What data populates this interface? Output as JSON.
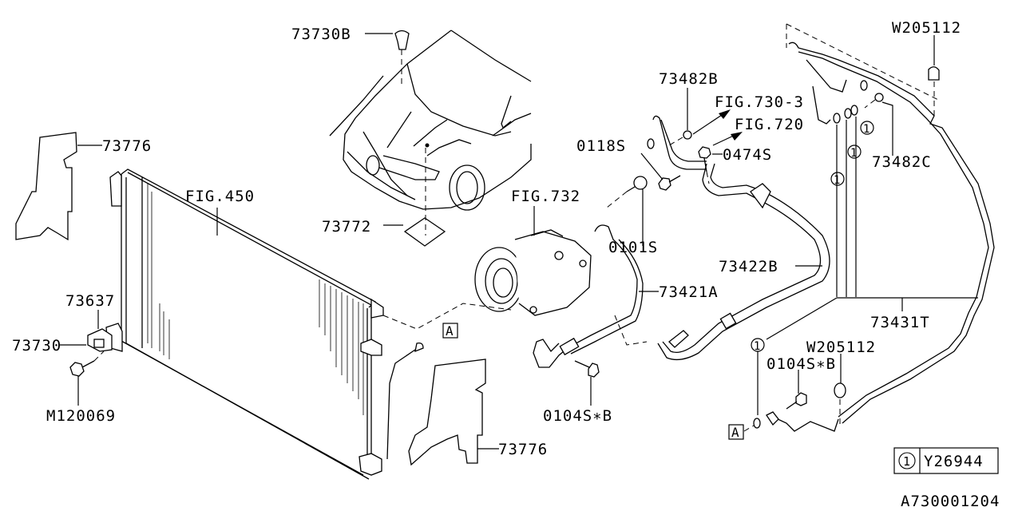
{
  "diagram": {
    "type": "parts-exploded-view",
    "title": "A/C condenser, compressor and piping",
    "figure_code": "A730001204",
    "legend": {
      "symbol": "1",
      "part_number": "Y26944"
    },
    "reference_marker": "A",
    "labels": {
      "clip_hood": "73730B",
      "shroud_upper": "73776",
      "shroud_lower": "73776",
      "condenser": "FIG.450",
      "label_hood": "73772",
      "bracket": "73637",
      "cushion": "73730",
      "bolt_bracket": "M120069",
      "compressor": "FIG.732",
      "bolt_compressor": "0101S",
      "hose_discharge": "73421A",
      "bolt_discharge": "0104S∗B",
      "nut_upper": "73482B",
      "ref_fig_730_3": "FIG.730-3",
      "ref_fig_720": "FIG.720",
      "bolt_0118s": "0118S",
      "bolt_0474s": "0474S",
      "hose_suction": "73422B",
      "pipe_assy": "73431T",
      "clip_upper": "W205112",
      "nut_right": "73482C",
      "clip_lower": "W205112",
      "bolt_lower": "0104S∗B",
      "oring": "1"
    }
  }
}
